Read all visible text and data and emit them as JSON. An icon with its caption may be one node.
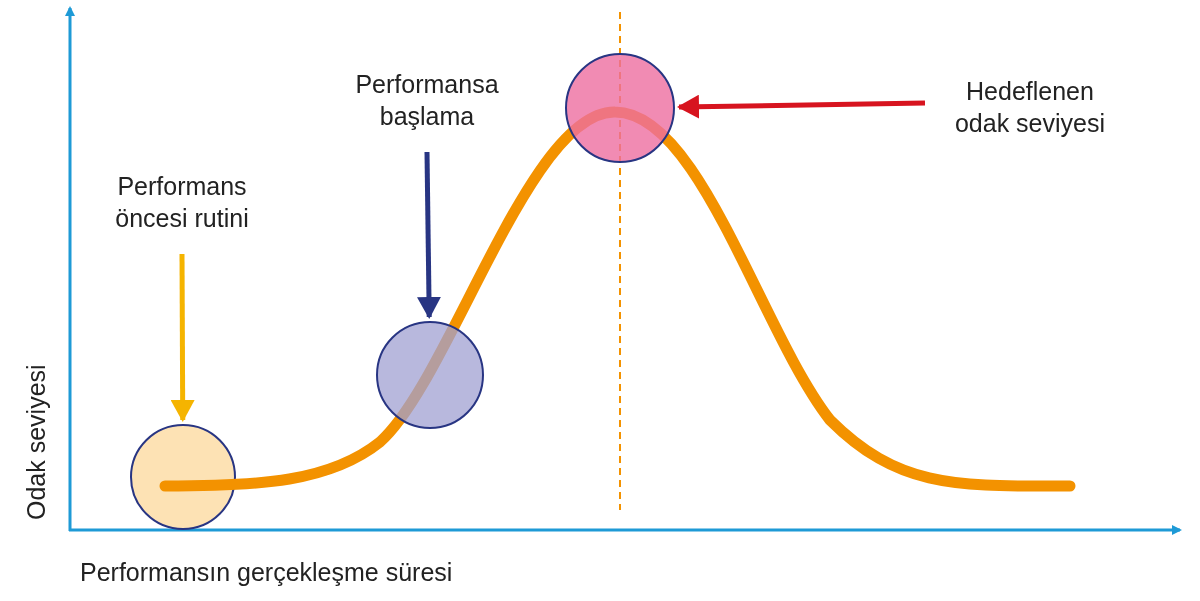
{
  "diagram": {
    "nodes": [
      {
        "text": [
          "Performans öncesi rutini"
        ]
      },
      {
        "text": [
          "Performansa başlama"
        ]
      },
      {
        "text": [
          "Hedeflenen odak seviyesi"
        ]
      },
      {
        "text": [],
        "shape": "circle"
      },
      {
        "text": [],
        "shape": "circle"
      },
      {
        "text": [],
        "shape": "circle"
      }
    ],
    "edges": [
      {
        "from": 0,
        "to": 3,
        "arrow": "to",
        "color": "#f5b400"
      },
      {
        "from": 1,
        "to": 4,
        "arrow": "to",
        "color": "#283583"
      },
      {
        "from": 2,
        "to": 5,
        "arrow": "to",
        "color": "#d7141f"
      }
    ],
    "labels": [
      "Odak seviyesi",
      "Performansın gerçekleşme süresi"
    ]
  }
}
